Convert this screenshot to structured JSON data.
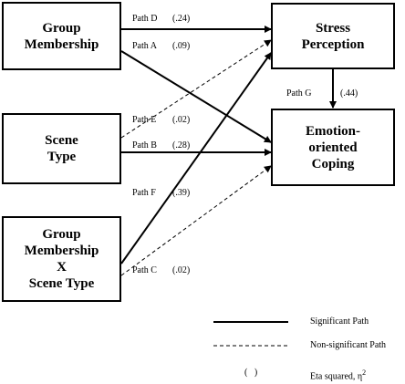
{
  "nodes": {
    "group_membership": [
      "Group",
      "Membership"
    ],
    "scene_type": [
      "Scene",
      "Type"
    ],
    "interaction": [
      "Group",
      "Membership",
      "X",
      "Scene Type"
    ],
    "stress_perception": [
      "Stress",
      "Perception"
    ],
    "emotion_coping": [
      "Emotion-",
      "oriented",
      "Coping"
    ]
  },
  "paths": {
    "d": {
      "name": "Path D",
      "value": "(.24)",
      "significant": true
    },
    "a": {
      "name": "Path A",
      "value": "(.09)",
      "significant": true
    },
    "e": {
      "name": "Path E",
      "value": "(.02)",
      "significant": false
    },
    "b": {
      "name": "Path B",
      "value": "(.28)",
      "significant": true
    },
    "f": {
      "name": "Path F",
      "value": "(.39)",
      "significant": true
    },
    "c": {
      "name": "Path C",
      "value": "(.02)",
      "significant": false
    },
    "g": {
      "name": "Path G",
      "value": "(.44)",
      "significant": true
    }
  },
  "legend": {
    "significant": "Significant Path",
    "nonsignificant": "Non-significant Path",
    "parens_symbol": "(   )",
    "eta_text": "Eta squared, η",
    "eta_sup": "2"
  }
}
